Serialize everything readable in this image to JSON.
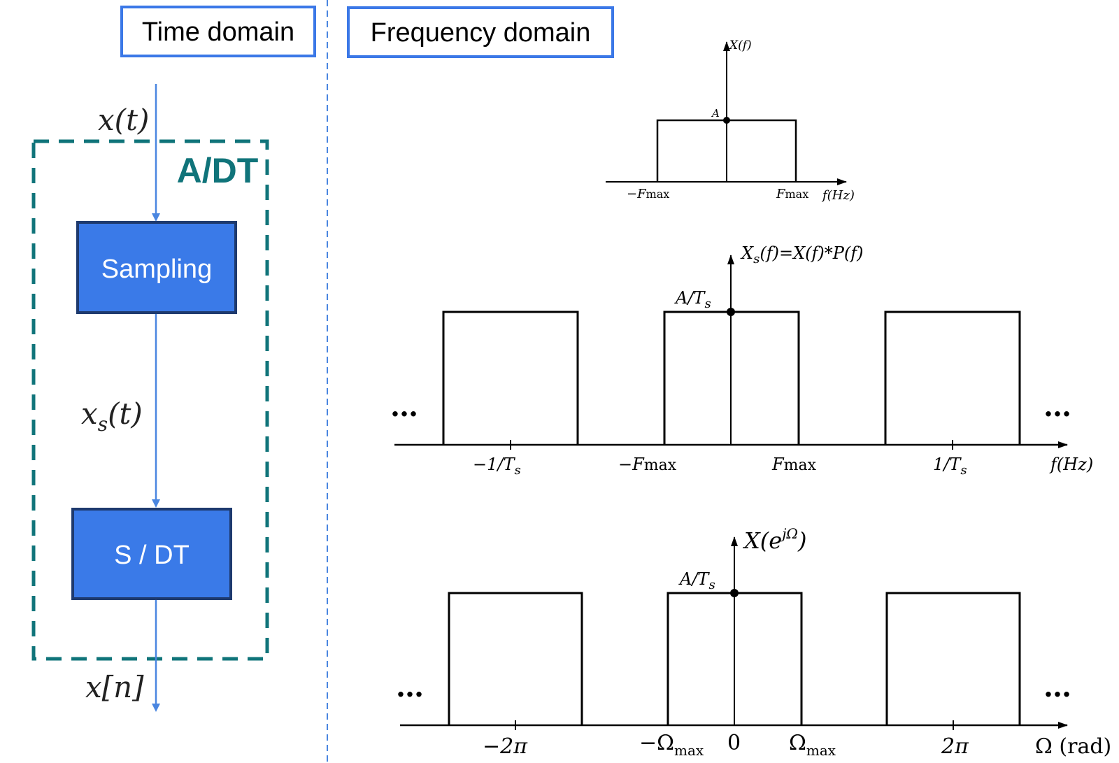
{
  "headers": {
    "time_domain": "Time domain",
    "frequency_domain": "Frequency domain"
  },
  "block_diagram": {
    "system_label": "A/DT",
    "input_signal": "x(t)",
    "sampling_block": "Sampling",
    "intermediate_signal": "xs(t)",
    "sdt_block": "S / DT",
    "output_signal": "x[n]"
  },
  "spectra": {
    "top": {
      "y_label": "X(f)",
      "level_label": "A",
      "tick_neg": "−Fmax",
      "tick_pos": "Fmax",
      "axis_label": "f(Hz)"
    },
    "middle": {
      "y_label": "Xs(f)=X(f)*P(f)",
      "level_label": "A/Ts",
      "ticks": [
        "−1/Ts",
        "−Fmax",
        "Fmax",
        "1/Ts"
      ],
      "axis_label": "f(Hz)",
      "ellipsis": "…"
    },
    "bottom": {
      "y_label": "X(e^{jΩ})",
      "level_label": "A/Ts",
      "ticks": [
        "−2π",
        "−Ωmax",
        "0",
        "Ωmax",
        "2π"
      ],
      "axis_label": "Ω (rad)",
      "ellipsis": "…"
    }
  },
  "colors": {
    "block_fill": "#3a7ae8",
    "block_border": "#1e3a6e",
    "frame_teal": "#10747a",
    "arrow_blue": "#4a86e0",
    "header_border": "#3b78e7",
    "divider": "#4a86e0"
  }
}
